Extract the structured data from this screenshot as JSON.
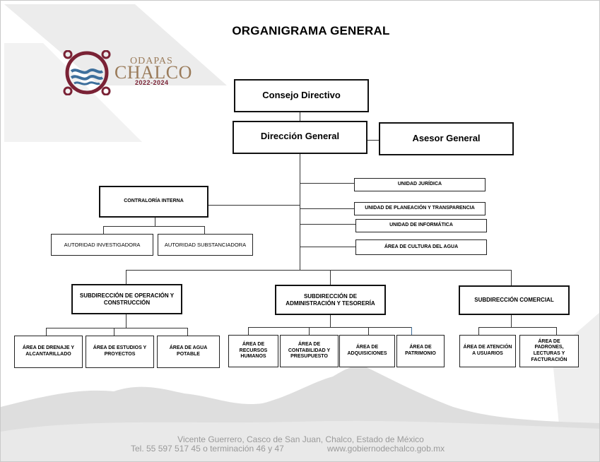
{
  "title": "ORGANIGRAMA GENERAL",
  "logo": {
    "line1": "ODAPAS",
    "line2": "CHALCO",
    "years": "2022-2024"
  },
  "colors": {
    "brand_maroon": "#7a2235",
    "brand_gold": "#9a7b5a",
    "water_blue": "#3d6f9c"
  },
  "nodes": {
    "consejo": "Consejo Directivo",
    "direccion": "Dirección General",
    "asesor": "Asesor General",
    "contraloria": "CONTRALORÍA INTERNA",
    "investigadora": "AUTORIDAD INVESTIGADORA",
    "substanciadora": "AUTORIDAD SUBSTANCIADORA",
    "juridica": "UNIDAD JURÍDICA",
    "planeacion": "UNIDAD DE PLANEACIÓN Y TRANSPARENCIA",
    "informatica": "UNIDAD DE INFORMÁTICA",
    "cultura": "ÁREA DE CULTURA DEL AGUA",
    "sub_operacion": "SUBDIRECCIÓN DE OPERACIÓN Y CONSTRUCCIÓN",
    "sub_admin": "SUBDIRECCIÓN DE ADMINISTRACIÓN Y TESORERÍA",
    "sub_comercial": "SUBDIRECCIÓN COMERCIAL",
    "drenaje": "ÁREA DE DRENAJE Y ALCANTARILLADO",
    "estudios": "ÁREA DE ESTUDIOS Y PROYECTOS",
    "agua_potable": "ÁREA DE AGUA POTABLE",
    "recursos_humanos": "ÁREA DE RECURSOS HUMANOS",
    "contabilidad": "ÁREA DE CONTABILIDAD Y PRESUPUESTO",
    "adquisiciones": "ÁREA DE ADQUISICIONES",
    "patrimonio": "ÁREA DE PATRIMONIO",
    "atencion": "ÁREA DE ATENCIÓN A USUARIOS",
    "padrones": "ÁREA DE PADRONES, LECTURAS Y FACTURACIÓN"
  },
  "footer": {
    "address": "Vicente Guerrero, Casco de San Juan, Chalco, Estado de México",
    "phone": "Tel. 55 597 517 45  o terminación 46 y 47",
    "website": "www.gobiernodechalco.gob.mx"
  }
}
